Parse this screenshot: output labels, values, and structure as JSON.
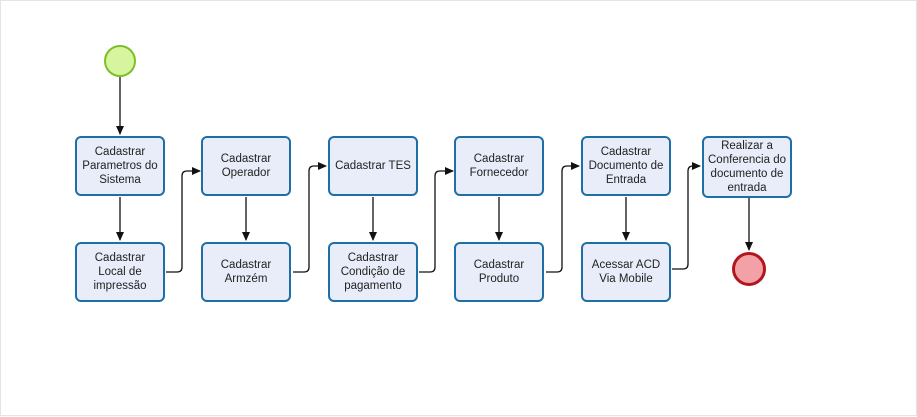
{
  "diagram": {
    "tasks": [
      {
        "id": "t1",
        "label": "Cadastrar\nParametros do\nSistema"
      },
      {
        "id": "t2",
        "label": "Cadastrar\nLocal de\nimpressão"
      },
      {
        "id": "t3",
        "label": "Cadastrar\nOperador"
      },
      {
        "id": "t4",
        "label": "Cadastrar\nArmzém"
      },
      {
        "id": "t5",
        "label": "Cadastrar TES"
      },
      {
        "id": "t6",
        "label": "Cadastrar\nCondição de\npagamento"
      },
      {
        "id": "t7",
        "label": "Cadastrar\nFornecedor"
      },
      {
        "id": "t8",
        "label": "Cadastrar\nProduto"
      },
      {
        "id": "t9",
        "label": "Cadastrar\nDocumento de\nEntrada"
      },
      {
        "id": "t10",
        "label": "Acessar ACD\nVia Mobile"
      },
      {
        "id": "t11",
        "label": "Realizar a\nConferencia do\ndocumento de\nentrada"
      }
    ],
    "events": [
      {
        "id": "start",
        "kind": "start"
      },
      {
        "id": "end",
        "kind": "end"
      }
    ],
    "colors": {
      "task_fill": "#e8edf9",
      "task_border": "#1f6fa6",
      "start_fill": "#d6f59e",
      "start_border": "#7cbf2a",
      "end_fill": "#f2a2a6",
      "end_border": "#b4151c",
      "edge": "#111111"
    }
  }
}
